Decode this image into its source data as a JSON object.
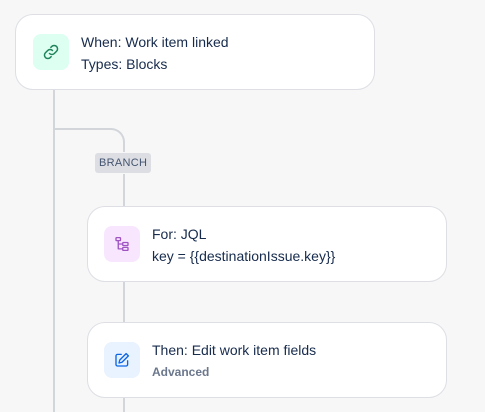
{
  "trigger": {
    "icon": "link-icon",
    "title": "When: Work item linked",
    "subtitle": "Types: Blocks"
  },
  "branch": {
    "label": "BRANCH"
  },
  "for_step": {
    "icon": "branch-structure-icon",
    "title": "For: JQL",
    "subtitle": "key = {{destinationIssue.key}}"
  },
  "then_step": {
    "icon": "edit-icon",
    "title": "Then: Edit work item fields",
    "subtitle": "Advanced"
  },
  "colors": {
    "trigger_icon_bg": "#dcfff1",
    "trigger_icon_fg": "#1f845a",
    "for_icon_bg": "#f8e6ff",
    "for_icon_fg": "#a054c4",
    "then_icon_bg": "#e9f2ff",
    "then_icon_fg": "#0c66e4"
  }
}
